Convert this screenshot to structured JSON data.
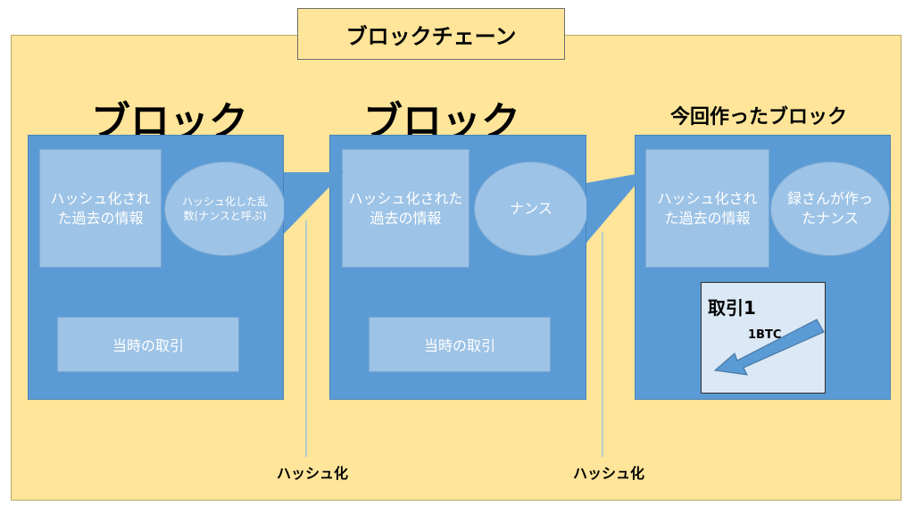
{
  "diagram": {
    "title": "ブロックチェーン",
    "blocks": [
      {
        "heading": "ブロック",
        "hash_text": "ハッシュ化された過去の情報",
        "nonce_text": "ハッシュ化した乱数(ナンスと呼ぶ)",
        "tx_text": "当時の取引"
      },
      {
        "heading": "ブロック",
        "hash_text": "ハッシュ化された過去の情報",
        "nonce_text": "ナンス",
        "tx_text": "当時の取引"
      },
      {
        "heading": "今回作ったブロック",
        "hash_text": "ハッシュ化された過去の情報",
        "nonce_text": "録さんが作ったナンス",
        "trade_title": "取引1",
        "trade_amount": "1BTC"
      }
    ],
    "hash_labels": [
      "ハッシュ化",
      "ハッシュ化"
    ]
  },
  "colors": {
    "chain_bg": "#fee599",
    "block": "#5b9bd5",
    "inner": "#9dc3e6",
    "trade_bg": "#dbe8f5"
  }
}
